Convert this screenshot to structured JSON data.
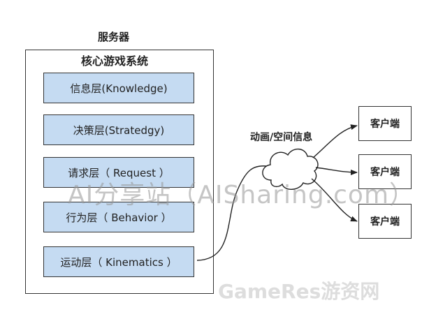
{
  "server": {
    "label": "服务器"
  },
  "core": {
    "title": "核心游戏系统"
  },
  "layers": [
    {
      "label": "信息层(Knowledge)"
    },
    {
      "label": "决策层(Stratedgy)"
    },
    {
      "label": "请求层（ Request ）"
    },
    {
      "label": "行为层（ Behavior ）"
    },
    {
      "label": "运动层（ Kinematics ）"
    }
  ],
  "transmission": {
    "label": "动画/空间信息"
  },
  "clients": [
    {
      "label": "客户端"
    },
    {
      "label": "客户端"
    },
    {
      "label": "客户端"
    }
  ],
  "watermarks": {
    "top": "AI分享站（AISharing.com）",
    "bottom": "GameRes游资网"
  },
  "colors": {
    "layer_fill": "#c5dbf2",
    "border": "#333333"
  }
}
